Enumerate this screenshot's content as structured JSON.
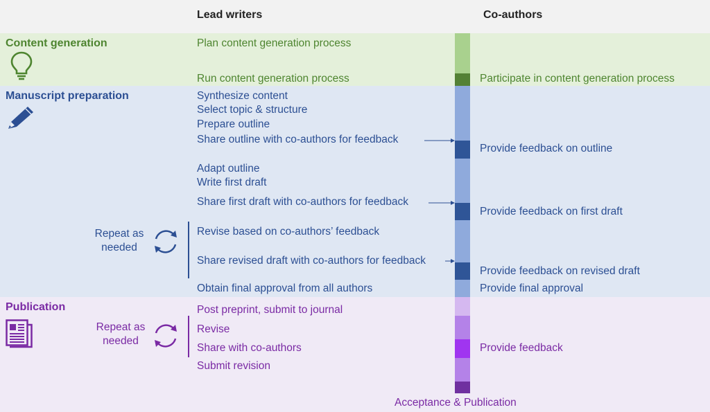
{
  "headers": {
    "lead_writers": "Lead writers",
    "co_authors": "Co-authors"
  },
  "sections": {
    "content_generation": {
      "title": "Content generation",
      "lead_items": [
        "Plan content generation process",
        "Run content generation process"
      ],
      "coauthor_items": [
        "Participate in content generation process"
      ]
    },
    "manuscript_preparation": {
      "title": "Manuscript preparation",
      "lead_items": [
        "Synthesize content",
        "Select topic & structure",
        "Prepare outline",
        "Share outline with co-authors for feedback",
        "Adapt outline",
        "Write first draft",
        "Share first draft with co-authors for feedback",
        "Revise based on co-authors’ feedback",
        "Share revised draft with co-authors for feedback",
        "Obtain final approval from all authors"
      ],
      "coauthor_items": [
        "Provide feedback on outline",
        "Provide feedback on first draft",
        "Provide feedback on revised draft",
        "Provide final approval"
      ],
      "repeat_label_line1": "Repeat as",
      "repeat_label_line2": "needed"
    },
    "publication": {
      "title": "Publication",
      "lead_items": [
        "Post preprint, submit to journal",
        "Revise",
        "Share with co-authors",
        "Submit revision"
      ],
      "coauthor_items": [
        "Provide feedback"
      ],
      "repeat_label_line1": "Repeat as",
      "repeat_label_line2": "needed"
    }
  },
  "footer": "Acceptance & Publication",
  "icons": {
    "content_generation": "lightbulb-icon",
    "manuscript_preparation": "pencil-icon",
    "publication": "newspaper-icon",
    "repeat": "cycle-arrows-icon"
  },
  "colors": {
    "green_text": "#4e8530",
    "blue_text": "#2c4f93",
    "purple_text": "#7a2aa4",
    "green_light": "#a9d18e",
    "green_dark": "#538135",
    "blue_light": "#8faadc",
    "blue_dark": "#2f5597",
    "purple_light": "#b482e8",
    "purple_mid": "#a35fe8",
    "purple_pale": "#d5b8f0",
    "purple_dark": "#7030a0"
  }
}
